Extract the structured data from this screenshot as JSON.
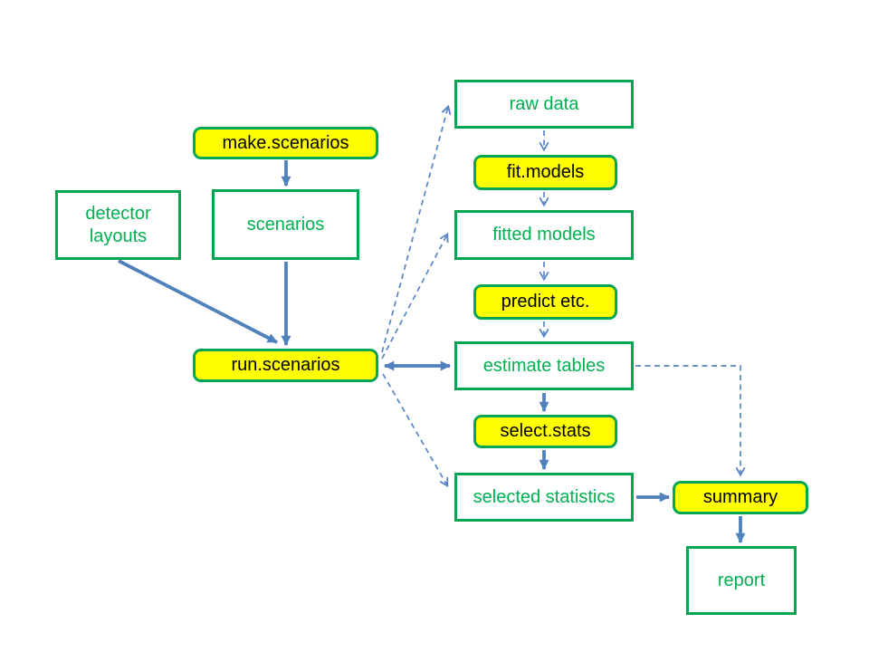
{
  "colors": {
    "background": "#ffffff",
    "box_border_green": "#00a651",
    "object_text_green": "#00b050",
    "function_fill_yellow": "#ffff00",
    "function_text_black": "#000000",
    "solid_arrow_blue": "#4f81bd",
    "dashed_arrow_blue": "#5984c6"
  },
  "boxes": {
    "make_scenarios": {
      "label": "make.scenarios",
      "type": "function"
    },
    "detector_layouts": {
      "label": "detector layouts",
      "type": "object"
    },
    "scenarios": {
      "label": "scenarios",
      "type": "object"
    },
    "run_scenarios": {
      "label": "run.scenarios",
      "type": "function"
    },
    "raw_data": {
      "label": "raw data",
      "type": "object"
    },
    "fit_models": {
      "label": "fit.models",
      "type": "function"
    },
    "fitted_models": {
      "label": "fitted models",
      "type": "object"
    },
    "predict_etc": {
      "label": "predict etc.",
      "type": "function"
    },
    "estimate_tables": {
      "label": "estimate tables",
      "type": "object"
    },
    "select_stats": {
      "label": "select.stats",
      "type": "function"
    },
    "selected_statistics": {
      "label": "selected statistics",
      "type": "object"
    },
    "summary": {
      "label": "summary",
      "type": "function"
    },
    "report": {
      "label": "report",
      "type": "object"
    }
  },
  "edges": [
    {
      "from": "make.scenarios",
      "to": "scenarios",
      "style": "solid"
    },
    {
      "from": "detector layouts",
      "to": "run.scenarios",
      "style": "solid"
    },
    {
      "from": "scenarios",
      "to": "run.scenarios",
      "style": "solid"
    },
    {
      "from": "run.scenarios",
      "to": "estimate tables",
      "style": "solid",
      "bidirectional": true
    },
    {
      "from": "run.scenarios",
      "to": "raw data",
      "style": "dashed"
    },
    {
      "from": "run.scenarios",
      "to": "fitted models",
      "style": "dashed"
    },
    {
      "from": "run.scenarios",
      "to": "selected statistics",
      "style": "dashed"
    },
    {
      "from": "raw data",
      "to": "fit.models",
      "style": "dashed"
    },
    {
      "from": "fit.models",
      "to": "fitted models",
      "style": "dashed"
    },
    {
      "from": "fitted models",
      "to": "predict etc.",
      "style": "dashed"
    },
    {
      "from": "predict etc.",
      "to": "estimate tables",
      "style": "dashed"
    },
    {
      "from": "estimate tables",
      "to": "select.stats",
      "style": "solid"
    },
    {
      "from": "select.stats",
      "to": "selected statistics",
      "style": "solid"
    },
    {
      "from": "selected statistics",
      "to": "summary",
      "style": "solid"
    },
    {
      "from": "estimate tables",
      "to": "summary",
      "style": "dashed"
    },
    {
      "from": "summary",
      "to": "report",
      "style": "solid"
    }
  ]
}
